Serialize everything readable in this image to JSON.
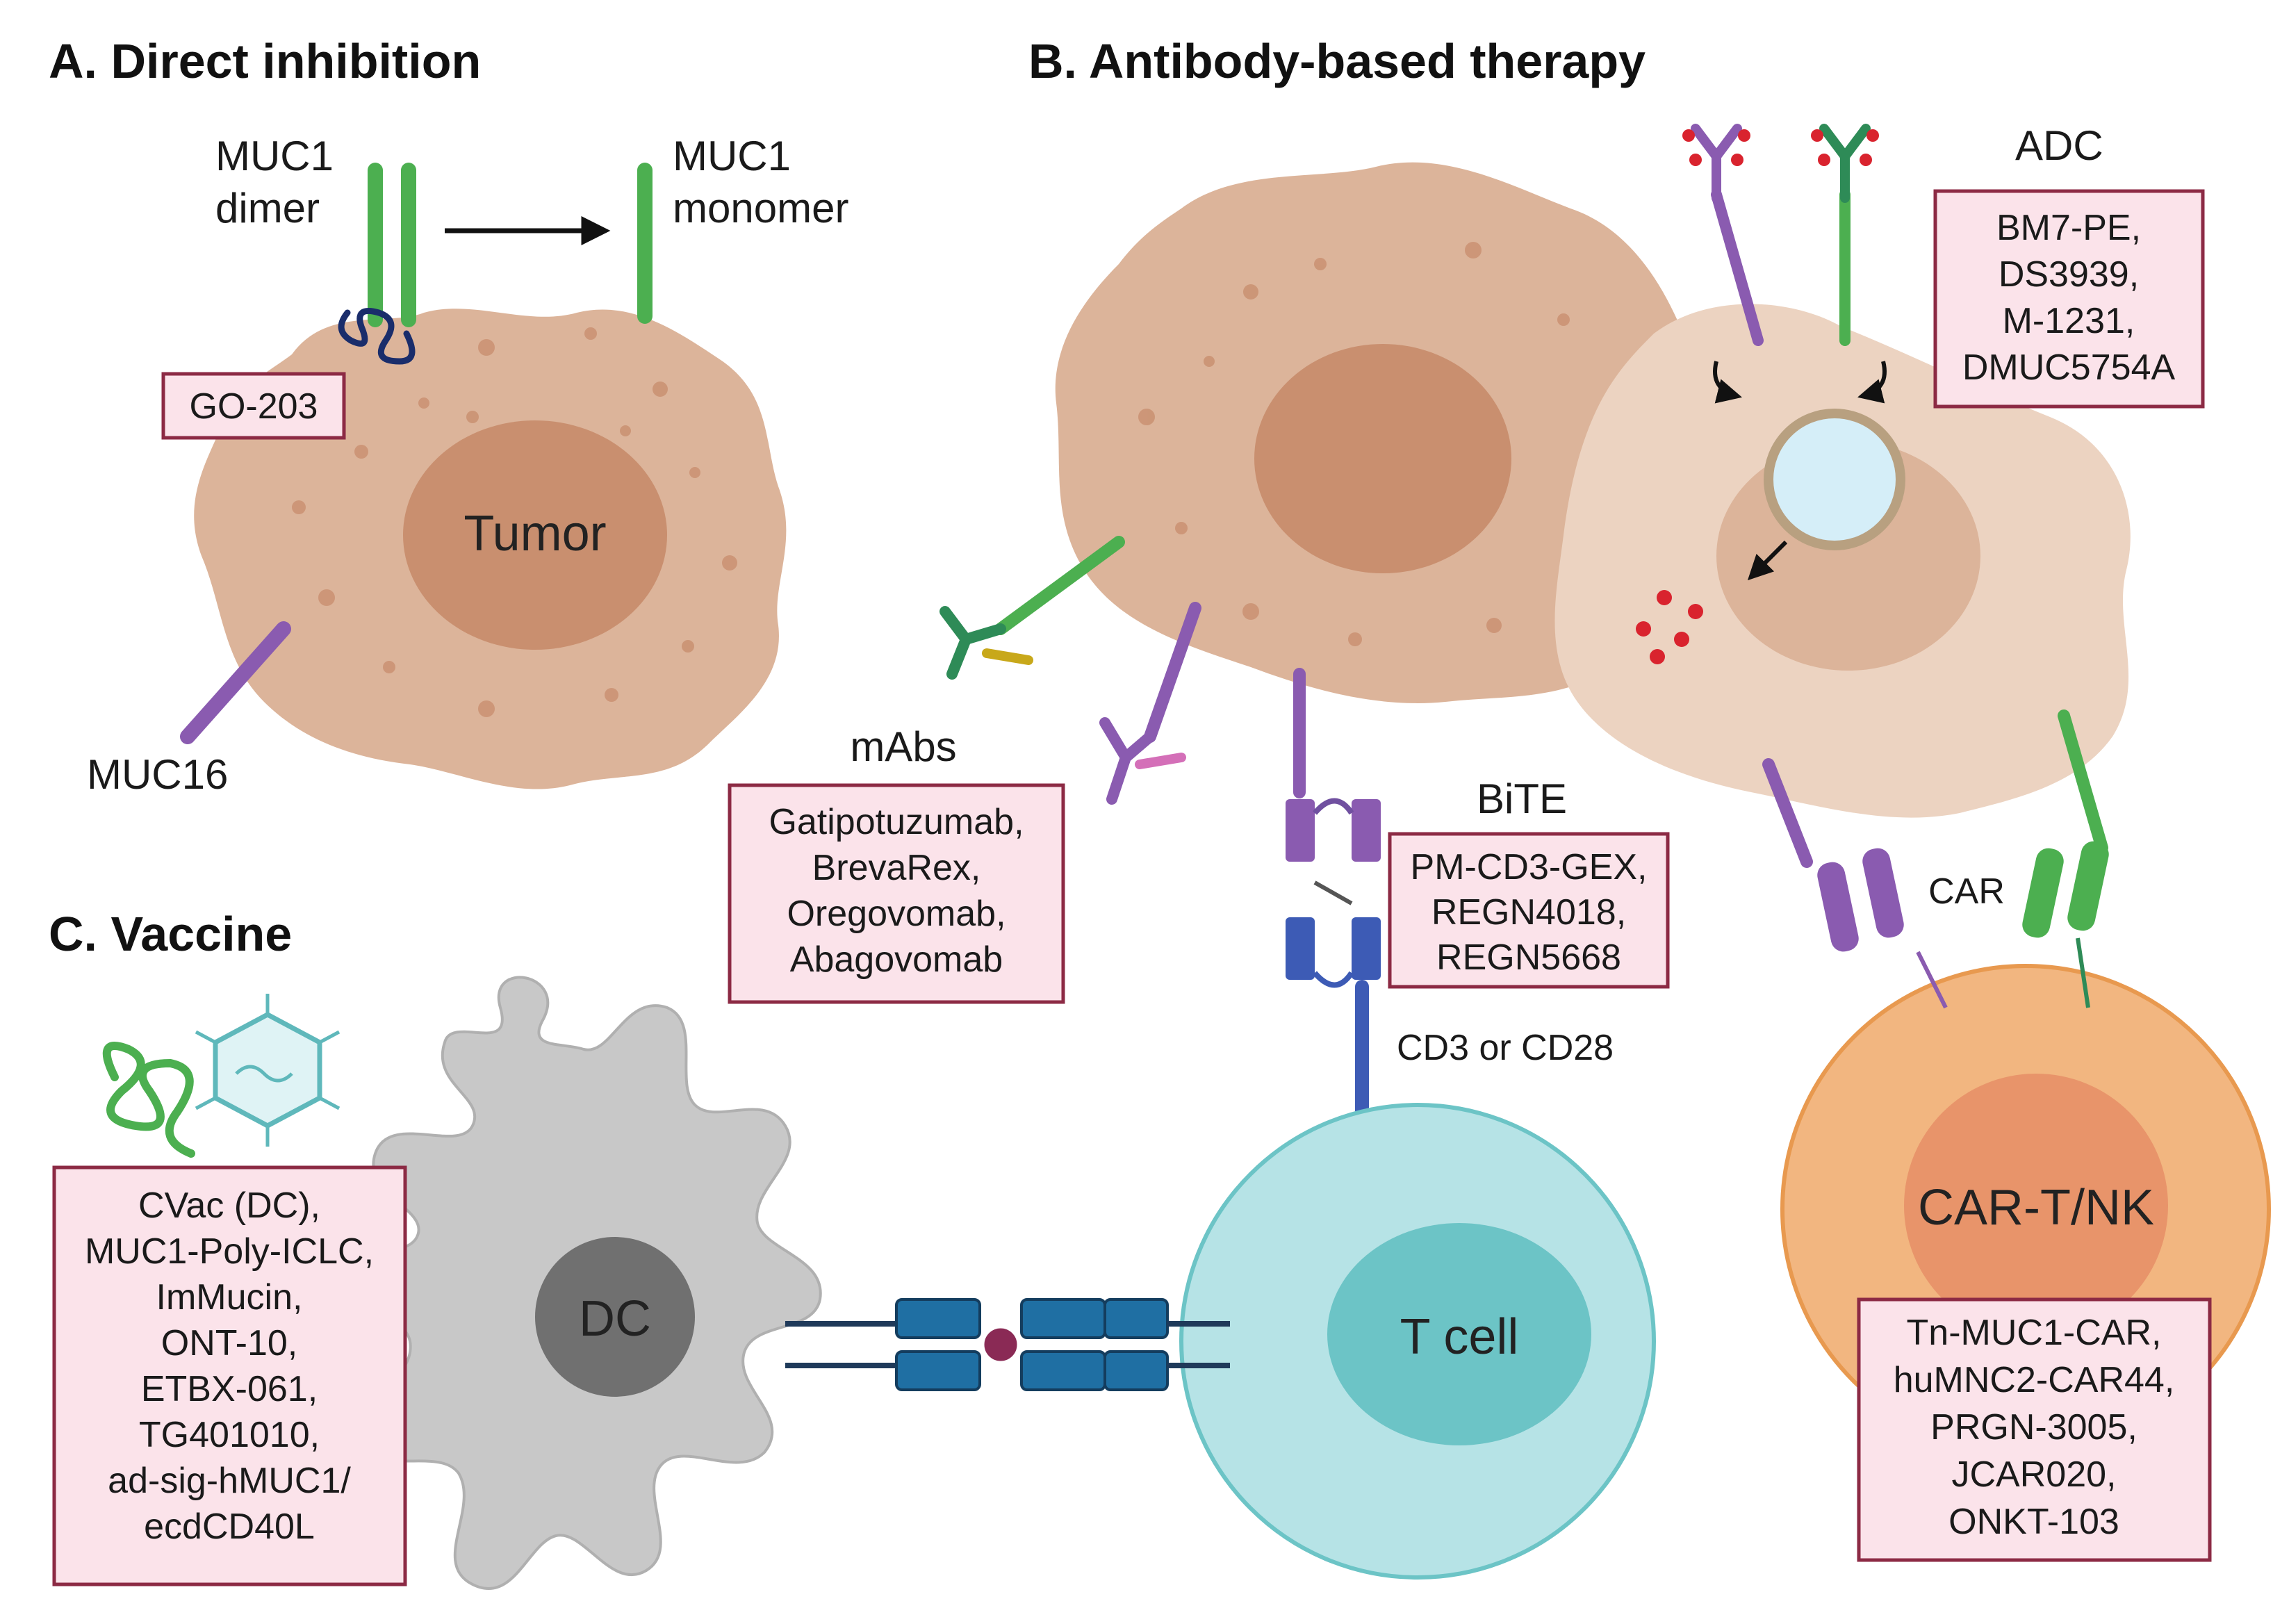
{
  "panels": {
    "a_title": "A. Direct inhibition",
    "b_title": "B. Antibody-based therapy",
    "c_title": "C. Vaccine"
  },
  "panel_a": {
    "muc1_dimer": [
      "MUC1",
      "dimer"
    ],
    "muc1_monomer": [
      "MUC1",
      "monomer"
    ],
    "go203": "GO-203",
    "tumor": "Tumor",
    "muc16": "MUC16"
  },
  "panel_b": {
    "adc_label": "ADC",
    "adc_drugs": [
      "BM7-PE,",
      "DS3939,",
      "M-1231,",
      "DMUC5754A"
    ],
    "mabs_label": "mAbs",
    "mabs_drugs": [
      "Gatipotuzumab,",
      "BrevaRex,",
      "Oregovomab,",
      "Abagovomab"
    ],
    "bite_label": "BiTE",
    "bite_drugs": [
      "PM-CD3-GEX,",
      "REGN4018,",
      "REGN5668"
    ],
    "cd3_label": "CD3 or CD28",
    "car_label": "CAR",
    "cart_label": "CAR-T/NK",
    "cart_drugs": [
      "Tn-MUC1-CAR,",
      "huMNC2-CAR44,",
      "PRGN-3005,",
      "JCAR020,",
      "ONKT-103"
    ],
    "tcell_label": "T cell"
  },
  "panel_c": {
    "dc_label": "DC",
    "vaccines": [
      "CVac (DC),",
      "MUC1-Poly-ICLC,",
      "ImMucin,",
      "ONT-10,",
      "ETBX-061,",
      "TG401010,",
      "ad-sig-hMUC1/",
      "ecdCD40L"
    ]
  },
  "colors": {
    "tumor_cell": "#dcb49a",
    "nucleus": "#c98f6f",
    "muc1_green": "#4caf50",
    "muc16_purple": "#8a5bb0",
    "tcell": "#b6e3e6",
    "tcell_nucleus": "#6cc4c6",
    "cart_cell": "#f2b680",
    "dc_cell": "#c8c8c8",
    "box_fill": "#fbe3ea",
    "box_border": "#8c2a44"
  }
}
